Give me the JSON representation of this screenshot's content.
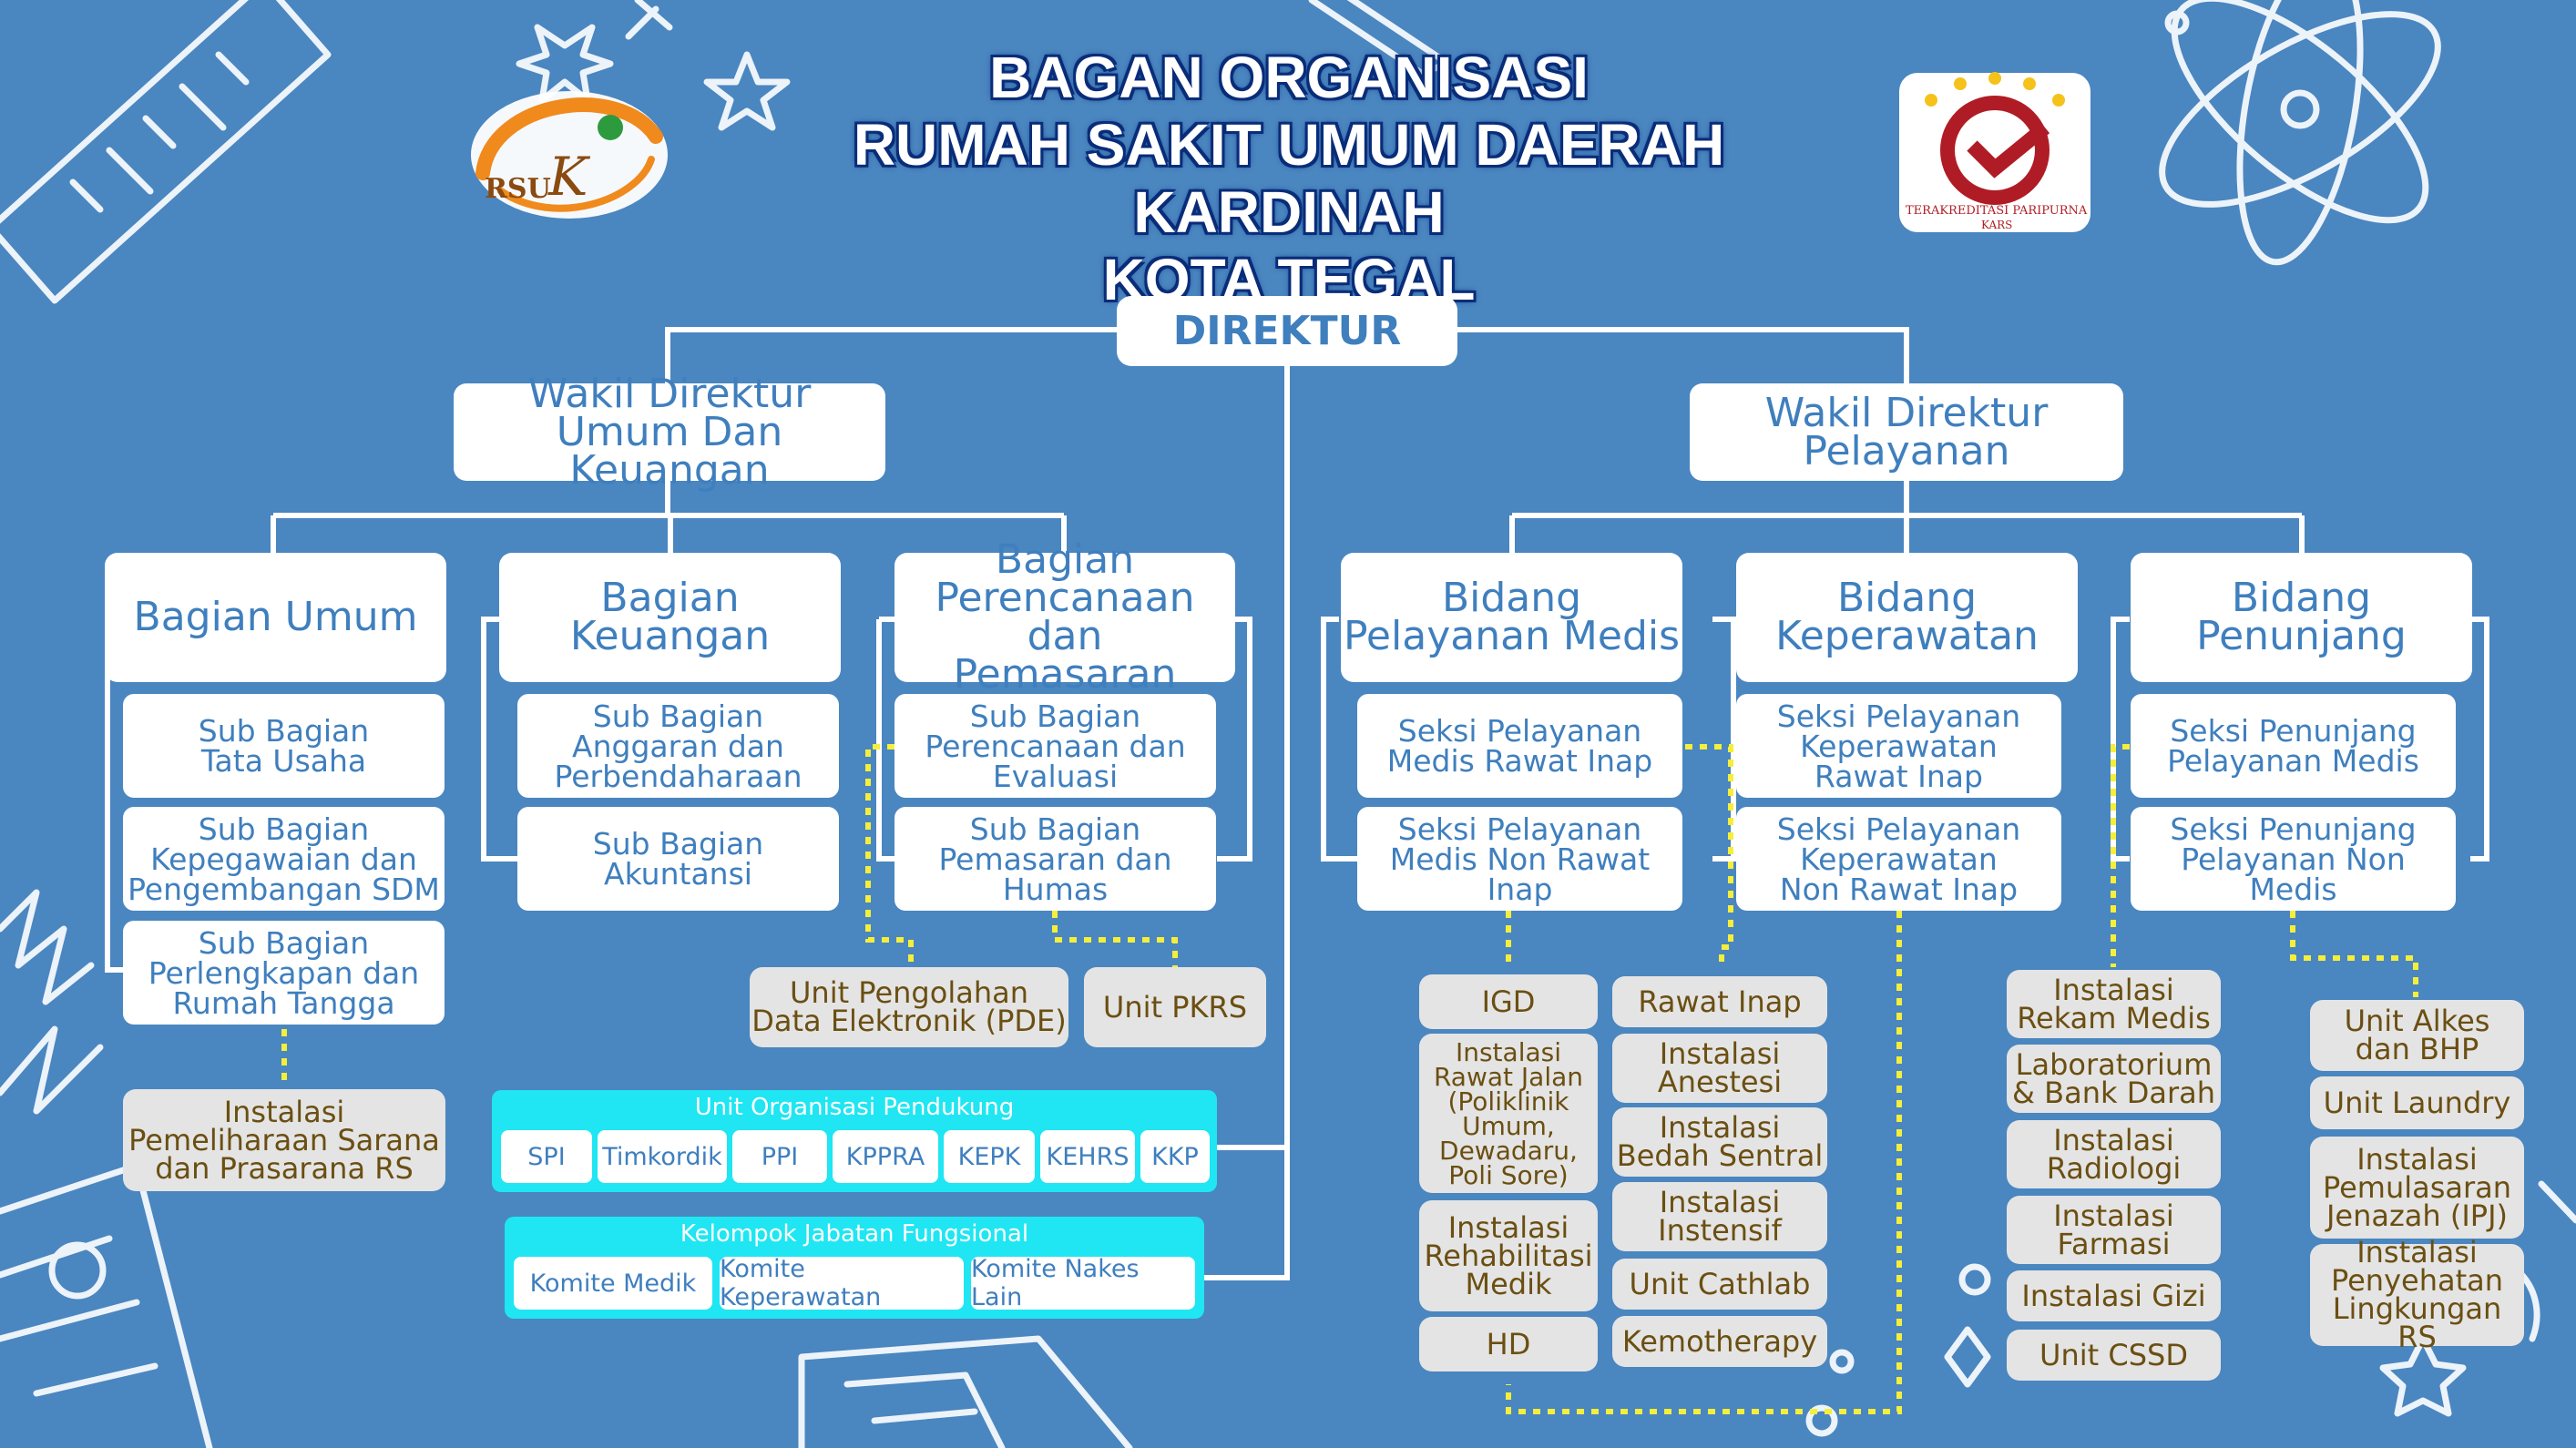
{
  "title": {
    "line1": "BAGAN ORGANISASI",
    "line2": "RUMAH SAKIT UMUM DAERAH KARDINAH",
    "line3": "KOTA TEGAL"
  },
  "logo_left": {
    "text": "RSU",
    "letter": "K"
  },
  "logo_right": {
    "caption1": "TERAKREDITASI PARIPURNA",
    "caption2": "KARS"
  },
  "direktur": "DIREKTUR",
  "wakil_umum": "Wakil Direktur\nUmum Dan Keuangan",
  "wakil_pelayanan": "Wakil Direktur\nPelayanan",
  "bagian": [
    {
      "label": "Bagian Umum",
      "subs": [
        "Sub Bagian\nTata Usaha",
        "Sub Bagian\nKepegawaian dan\nPengembangan SDM",
        "Sub Bagian\nPerlengkapan dan\nRumah Tangga"
      ]
    },
    {
      "label": "Bagian Keuangan",
      "subs": [
        "Sub Bagian\nAnggaran dan\nPerbendaharaan",
        "Sub Bagian\nAkuntansi"
      ]
    },
    {
      "label": "Bagian\nPerencanaan dan\nPemasaran",
      "subs": [
        "Sub Bagian\nPerencanaan dan\nEvaluasi",
        "Sub Bagian\nPemasaran dan\nHumas"
      ]
    }
  ],
  "bidang": [
    {
      "label": "Bidang\nPelayanan Medis",
      "subs": [
        "Seksi Pelayanan\nMedis Rawat Inap",
        "Seksi Pelayanan\nMedis Non Rawat\nInap"
      ]
    },
    {
      "label": "Bidang\nKeperawatan",
      "subs": [
        "Seksi Pelayanan\nKeperawatan\nRawat Inap",
        "Seksi Pelayanan\nKeperawatan\nNon Rawat Inap"
      ]
    },
    {
      "label": "Bidang\nPenunjang",
      "subs": [
        "Seksi Penunjang\nPelayanan Medis",
        "Seksi Penunjang\nPelayanan Non\nMedis"
      ]
    }
  ],
  "units": {
    "ipsrs": "Instalasi\nPemeliharaan Sarana\ndan Prasarana RS",
    "pde": "Unit Pengolahan\nData Elektronik (PDE)",
    "pkrs": "Unit PKRS",
    "medis_col1": [
      "IGD",
      "Instalasi\nRawat Jalan\n(Poliklinik\nUmum,\nDewadaru,\nPoli Sore)",
      "Instalasi\nRehabilitasi\nMedik",
      "HD"
    ],
    "medis_col2": [
      "Rawat Inap",
      "Instalasi\nAnestesi",
      "Instalasi\nBedah Sentral",
      "Instalasi\nInstensif",
      "Unit Cathlab",
      "Kemotherapy"
    ],
    "penunjang_medis": [
      "Instalasi\nRekam Medis",
      "Laboratorium\n& Bank Darah",
      "Instalasi\nRadiologi",
      "Instalasi\nFarmasi",
      "Instalasi Gizi",
      "Unit CSSD"
    ],
    "penunjang_non": [
      "Unit Alkes\ndan BHP",
      "Unit Laundry",
      "Instalasi\nPemulasaran\nJenazah (IPJ)",
      "Instalasi\nPenyehatan\nLingkungan RS"
    ]
  },
  "unit_pendukung": {
    "header": "Unit Organisasi Pendukung",
    "items": [
      "SPI",
      "Timkordik",
      "PPI",
      "KPPRA",
      "KEPK",
      "KEHRS",
      "KKP"
    ]
  },
  "fungsional": {
    "header": "Kelompok Jabatan Fungsional",
    "items": [
      "Komite Medik",
      "Komite Keperawatan",
      "Komite Nakes Lain"
    ]
  },
  "colors": {
    "background": "#4a86c0",
    "box": "#ffffff",
    "box_text": "#3f7fbe",
    "unit_box": "#e4e4e4",
    "unit_text": "#6b4f12",
    "support": "#1fe6f2",
    "dotted": "#f5ee3a",
    "title_outline": "#0b2e7a"
  }
}
